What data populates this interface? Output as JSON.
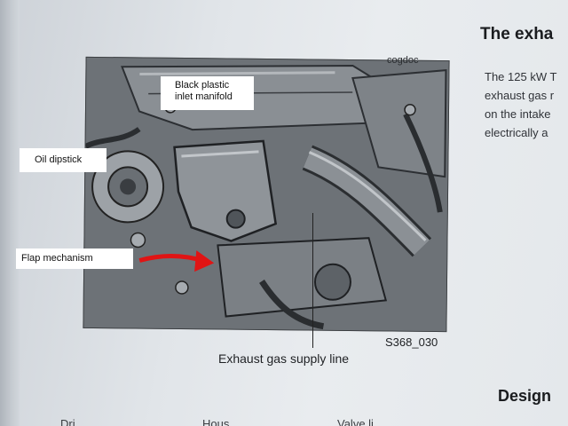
{
  "watermark": "cogdoc",
  "labels": {
    "manifold": [
      "Black plastic",
      "inlet manifold"
    ],
    "dipstick": "Oil dipstick",
    "flap": "Flap mechanism"
  },
  "figure": {
    "code": "S368_030",
    "caption": "Exhaust gas supply line"
  },
  "page_text": {
    "section_title": "The exha",
    "body_lines": [
      "The 125 kW T",
      "exhaust gas r",
      "on the intake",
      "electrically a"
    ],
    "design_title": "Design",
    "bottom_row_fragments": [
      "Dri",
      "Hous",
      "Valve li"
    ]
  },
  "colors": {
    "arrow": "#e01414",
    "label_bg": "#ffffff"
  }
}
